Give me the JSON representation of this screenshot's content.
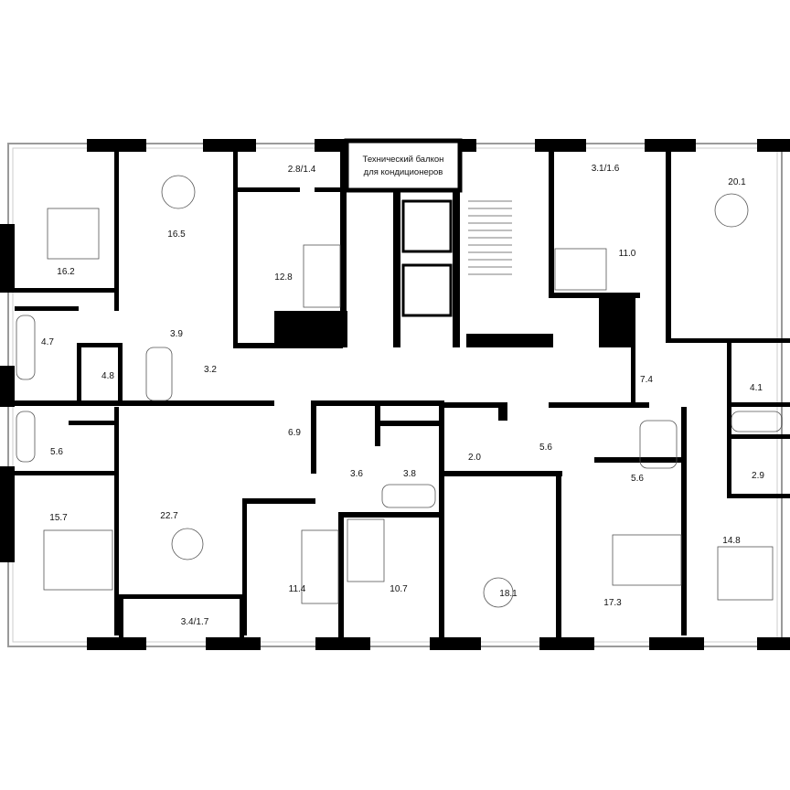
{
  "technical_balcony": {
    "line1": "Технический балкон",
    "line2": "для кондиционеров"
  },
  "rooms": [
    {
      "id": "r1",
      "area": "16.2"
    },
    {
      "id": "r2",
      "area": "16.5"
    },
    {
      "id": "r3",
      "area": "2.8/1.4"
    },
    {
      "id": "r4",
      "area": "12.8"
    },
    {
      "id": "r5",
      "area": "3.9"
    },
    {
      "id": "r6",
      "area": "4.7"
    },
    {
      "id": "r7",
      "area": "4.8"
    },
    {
      "id": "r8",
      "area": "3.2"
    },
    {
      "id": "r9",
      "area": "3.1/1.6"
    },
    {
      "id": "r10",
      "area": "20.1"
    },
    {
      "id": "r11",
      "area": "11.0"
    },
    {
      "id": "r12",
      "area": "7.4"
    },
    {
      "id": "r13",
      "area": "4.1"
    },
    {
      "id": "r14",
      "area": "5.6"
    },
    {
      "id": "r15",
      "area": "6.9"
    },
    {
      "id": "r16",
      "area": "22.7"
    },
    {
      "id": "r17",
      "area": "3.6"
    },
    {
      "id": "r18",
      "area": "3.8"
    },
    {
      "id": "r19",
      "area": "2.0"
    },
    {
      "id": "r20",
      "area": "5.6"
    },
    {
      "id": "r21",
      "area": "5.6"
    },
    {
      "id": "r22",
      "area": "2.9"
    },
    {
      "id": "r23",
      "area": "15.7"
    },
    {
      "id": "r24",
      "area": "11.4"
    },
    {
      "id": "r25",
      "area": "10.7"
    },
    {
      "id": "r26",
      "area": "18.1"
    },
    {
      "id": "r27",
      "area": "17.3"
    },
    {
      "id": "r28",
      "area": "14.8"
    },
    {
      "id": "r29",
      "area": "3.4/1.7"
    }
  ],
  "colors": {
    "wall": "#000000",
    "facade": "#9a9a9a",
    "background": "#ffffff"
  }
}
